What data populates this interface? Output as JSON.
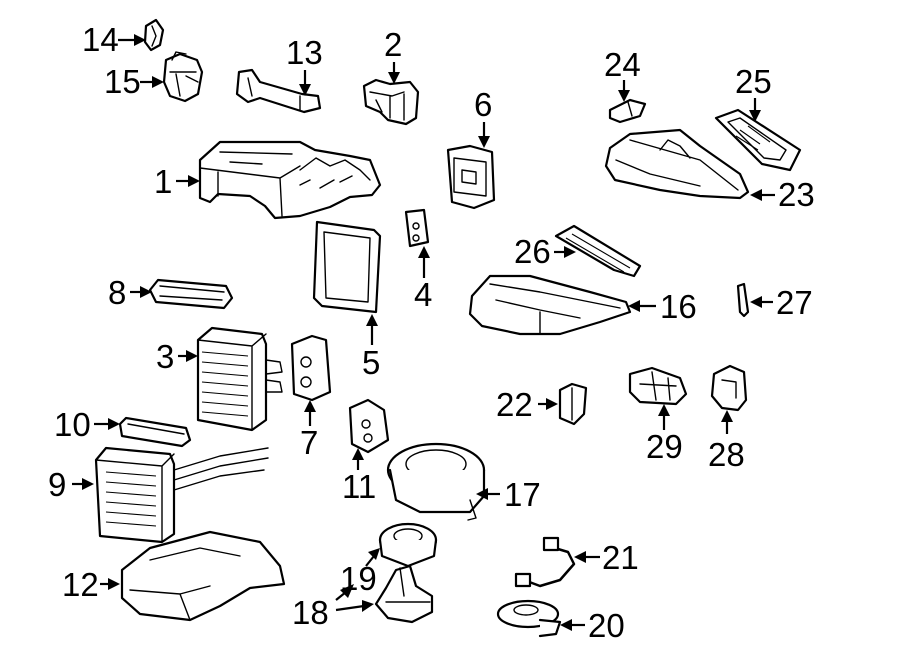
{
  "diagram": {
    "callouts": [
      {
        "id": "c1",
        "text": "1"
      },
      {
        "id": "c2",
        "text": "2"
      },
      {
        "id": "c3",
        "text": "3"
      },
      {
        "id": "c4",
        "text": "4"
      },
      {
        "id": "c5",
        "text": "5"
      },
      {
        "id": "c6",
        "text": "6"
      },
      {
        "id": "c7",
        "text": "7"
      },
      {
        "id": "c8",
        "text": "8"
      },
      {
        "id": "c9",
        "text": "9"
      },
      {
        "id": "c10",
        "text": "10"
      },
      {
        "id": "c11",
        "text": "11"
      },
      {
        "id": "c12",
        "text": "12"
      },
      {
        "id": "c13",
        "text": "13"
      },
      {
        "id": "c14",
        "text": "14"
      },
      {
        "id": "c15",
        "text": "15"
      },
      {
        "id": "c16",
        "text": "16"
      },
      {
        "id": "c17",
        "text": "17"
      },
      {
        "id": "c18",
        "text": "18"
      },
      {
        "id": "c19",
        "text": "19"
      },
      {
        "id": "c20",
        "text": "20"
      },
      {
        "id": "c21",
        "text": "21"
      },
      {
        "id": "c22",
        "text": "22"
      },
      {
        "id": "c23",
        "text": "23"
      },
      {
        "id": "c24",
        "text": "24"
      },
      {
        "id": "c25",
        "text": "25"
      },
      {
        "id": "c26",
        "text": "26"
      },
      {
        "id": "c27",
        "text": "27"
      },
      {
        "id": "c28",
        "text": "28"
      },
      {
        "id": "c29",
        "text": "29"
      }
    ]
  }
}
